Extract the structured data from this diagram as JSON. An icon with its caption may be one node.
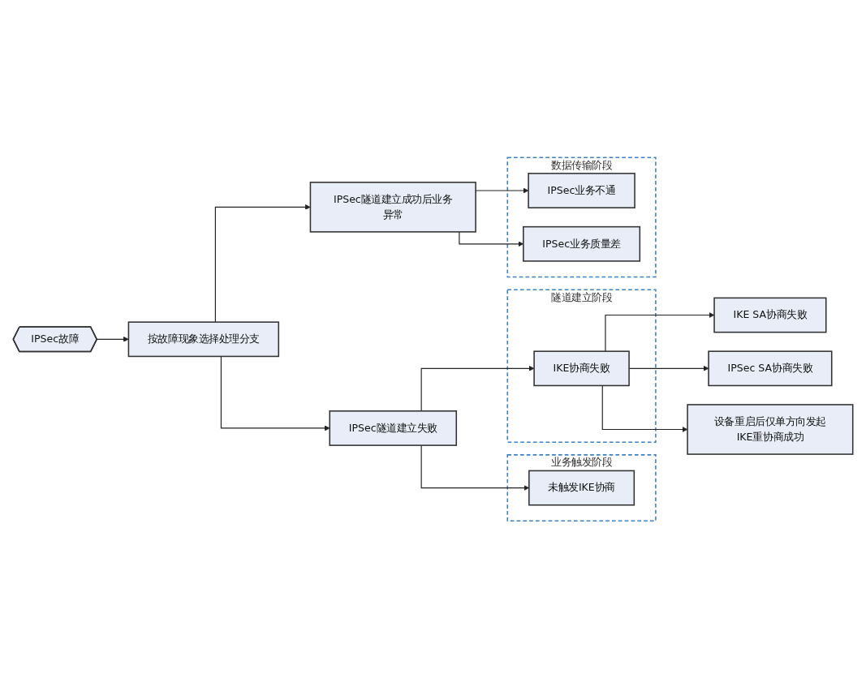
{
  "diagram": {
    "nodes": [
      {
        "text": [
          "IPSec故障"
        ]
      },
      {
        "text": [
          "按故障现象选择处理分支"
        ]
      },
      {
        "text": [
          "IPSec隧道建立失败"
        ]
      },
      {
        "text": [
          "业务触发阶段"
        ]
      },
      {
        "text": [
          "未触发IKE协商"
        ],
        "in": 3
      },
      {
        "text": [
          "隧道建立阶段"
        ]
      },
      {
        "text": [
          "IKE协商失败"
        ],
        "in": 5
      },
      {
        "text": [
          "IKE SA协商失败"
        ]
      },
      {
        "text": [
          "IPSec SA协商失败"
        ]
      },
      {
        "text": [
          "设备重启后仅单方向发起IKE重协商成功"
        ]
      },
      {
        "text": [
          "IPSec隧道建立成功后业务异常"
        ]
      },
      {
        "text": [
          "数据传输阶段"
        ]
      },
      {
        "text": [
          "IPSec业务不通"
        ],
        "in": 11
      },
      {
        "text": [
          "IPSec业务质量差"
        ],
        "in": 11
      }
    ],
    "edges": [
      {
        "from": 0,
        "to": 1,
        "arrow": "to"
      },
      {
        "from": 1,
        "to": 2,
        "arrow": "to"
      },
      {
        "from": 1,
        "to": 10,
        "arrow": "to"
      },
      {
        "from": 2,
        "to": 4,
        "arrow": "to"
      },
      {
        "from": 2,
        "to": 6,
        "arrow": "to"
      },
      {
        "from": 6,
        "to": 7,
        "arrow": "to"
      },
      {
        "from": 6,
        "to": 8,
        "arrow": "to"
      },
      {
        "from": 6,
        "to": 9,
        "arrow": "to"
      },
      {
        "from": 10,
        "to": 12,
        "arrow": "to"
      },
      {
        "from": 10,
        "to": 13,
        "arrow": "to"
      }
    ]
  }
}
